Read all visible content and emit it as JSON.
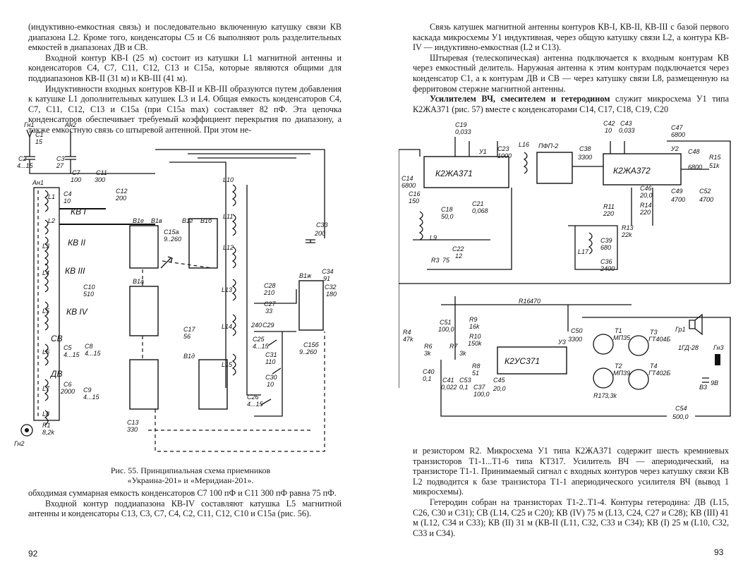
{
  "left_page": {
    "top_text": [
      "(индуктивно-емкостная связь) и последовательно включенную катушку связи КВ диапазона L2. Кроме того, конденсаторы C5 и C6 выполняют роль разделительных емкостей в диапазонах ДВ и СВ.",
      "Входной контур КВ-I (25 м) состоит из катушки L1 магнитной антенны и конденсаторов C4, C7, C11, C12, C13 и C15a, которые являются общими для поддиапазонов КВ-II (31 м) и КВ-III (41 м).",
      "Индуктивности входных контуров КВ-II и КВ-III образуются путем добавления к катушке L1 дополнительных катушек L3 и L4. Общая емкость конденсаторов C4, C7, C11, C12, C13 и C15a (при C15a max) составляет 82 пФ. Эта цепочка конденсаторов обеспечивает требуемый коэффициент перекрытия по диапазону, а также емкостную связь со штыревой антенной. При этом не-"
    ],
    "figure_caption_line1": "Рис. 55. Принципиальная схема приемников",
    "figure_caption_line2": "«Украина-201» и «Меридиан-201».",
    "bottom_text": [
      "обходимая суммарная емкость конденсаторов C7 100 пФ и C11 300 пФ равна 75 пФ.",
      "Входной контур поддиапазона КВ-IV составляют катушка L5 магнитной антенны и конденсаторы C13, C3, C7, C4, C2, C11, C12, C10 и C15a (рис. 56)."
    ],
    "page_number": "92",
    "schematic_labels": {
      "gn1": "Гн1",
      "an2": "Ан2",
      "c1": "C1",
      "c1v": "15",
      "c2": "C2",
      "c2v": "4...15",
      "c3": "C3",
      "c3v": "27",
      "c4": "C4",
      "c4v": "10",
      "c7": "C7",
      "c7v": "100",
      "c11": "C11",
      "c11v": "300",
      "c12": "C12",
      "c12v": "200",
      "an1": "Ан1",
      "l1": "L1",
      "l2": "L2",
      "l3": "L3",
      "l4": "L4",
      "l5": "L5",
      "l6": "L6",
      "l7": "L7",
      "l8": "L8",
      "kv1": "КВ I",
      "kv2": "КВ II",
      "kv3": "КВ III",
      "kv4": "КВ IV",
      "sv": "СВ",
      "dv": "ДВ",
      "c10": "C10",
      "c10v": "510",
      "c5": "C5",
      "c5v": "4...15",
      "c8": "C8",
      "c8v": "4...15",
      "c6": "C6",
      "c6v": "2000",
      "c9": "C9",
      "c9v": "4...15",
      "r1": "R1",
      "r1v": "8,2k",
      "gn2": "Гн2",
      "c13": "C13",
      "c13v": "330",
      "c17": "C17",
      "c17v": "56",
      "c15a": "C15a",
      "c15av": "9..260",
      "c33": "C33",
      "c33v": "200",
      "c34": "C34",
      "c34v": "91",
      "c32": "C32",
      "c32v": "180",
      "c15b": "C15б",
      "c15bv": "9..260",
      "c28": "C28",
      "c28v": "210",
      "c27": "C27",
      "c27v": "33",
      "c29": "C29",
      "c29v": "240",
      "c25": "C25",
      "c25v": "4...15",
      "c31": "C31",
      "c31v": "110",
      "c30": "C30",
      "c30v": "10",
      "c26": "C26",
      "c26v": "4...15",
      "l10": "L10",
      "l11": "L11",
      "l12": "L12",
      "l13": "L13",
      "l14": "L14",
      "l15": "L15",
      "b1e": "B1e",
      "b1v": "B1в",
      "b1g": "B1г",
      "b1b": "B1б",
      "b1a": "B1a",
      "b1d": "B1д",
      "b1zh": "B1ж"
    }
  },
  "right_page": {
    "top_text": [
      "Связь катушек магнитной антенны контуров КВ-I, КВ-II, КВ-III с базой первого каскада микросхемы У1 индуктивная, через общую катушку связи L2, а контура КВ-IV — индуктивно-емкостная (L2 и C13).",
      "Штыревая (телескопическая) антенна подключается к входным контурам КВ через емкостный делитель. Наружная антенна к этим контурам подключается через конденсатор C1, а к контурам ДВ и СВ — через катушку связи L8, размещенную на ферритовом стержне магнитной антенны."
    ],
    "top_text_bold_lead": "Усилителем ВЧ, смесителем и гетеродином",
    "top_text_bold_rest": " служит микросхема У1 типа К2ЖА371 (рис. 57) вместе с конденсаторами C14, C17, C18, C19, C20",
    "bottom_text": [
      "и резистором R2. Микросхема У1 типа К2ЖА371 содержит шесть кремниевых транзисторов T1-1...T1-6 типа КТ317. Усилитель ВЧ — апериодический, на транзисторе T1-1. Принимаемый сигнал с входных контуров через катушку связи КВ L2 подводится к базе транзистора T1-1 апериодического усилителя ВЧ (вывод 1 микросхемы).",
      "Гетеродин собран на транзисторах T1-2..T1-4. Контуры гетеродина: ДВ (L15, C26, C30 и C31); СВ (L14, C25 и C20); КВ (IV) 75 м (L13, C24, C27 и C28); КВ (III) 41 м (L12, C34 и C33); КВ (II) 31 м (КВ-II (L11, C32, C33 и C34); КВ (I) 25 м (L10, C32, C33 и C34)."
    ],
    "page_number": "93",
    "schematic_labels": {
      "u1": "У1",
      "u1_type": "К2ЖА371",
      "u2": "У2",
      "u2_type": "К2ЖА372",
      "u3": "У3",
      "u3_type": "К2УС371",
      "pfp": "ПФП-2",
      "c19": "C19",
      "c19v": "0,033",
      "c14": "C14",
      "c14v": "6800",
      "c23": "C23",
      "c23v": "1000",
      "l16": "L16",
      "c38": "C38",
      "c38v": "3300",
      "c42": "C42",
      "c42v": "10",
      "c43": "C43",
      "c43v": "0,033",
      "c47": "C47",
      "c47v": "6800",
      "c48": "C48",
      "c48v": "6800",
      "r15": "R15",
      "r15v": "51k",
      "c46": "C46",
      "c46v": "20,0",
      "c49": "C49",
      "c49v": "4700",
      "c52": "C52",
      "c52v": "4700",
      "r14": "R14",
      "r14v": "220",
      "r11": "R11",
      "r11v": "220",
      "r13": "R13",
      "r13v": "22k",
      "c39": "C39",
      "c39v": "680",
      "l17": "L17",
      "c36": "C36",
      "c36v": "2400",
      "c16": "C16",
      "c16v": "150",
      "c18": "C18",
      "c18v": "50,0",
      "c21": "C21",
      "c21v": "0,068",
      "l9": "L9",
      "c22": "C22",
      "c22v": "12",
      "r3": "R3",
      "r3v": "75",
      "r16": "R16",
      "r16v": "470",
      "c51": "C51",
      "c51v": "100,0",
      "r9": "R9",
      "r9v": "16k",
      "r10": "R10",
      "r10v": "150k",
      "r4": "R4",
      "r4v": "47k",
      "r6": "R6",
      "r6v": "3k",
      "r7": "R7",
      "r7v": "3k",
      "r8": "R8",
      "r8v": "51",
      "c40": "C40",
      "c40v": "0,1",
      "c41": "C41",
      "c41v": "0,022",
      "c53": "C53",
      "c53v": "0,1",
      "c37": "C37",
      "c37v": "100,0",
      "c45": "C45",
      "c45v": "20,0",
      "c50": "C50",
      "c50v": "3300",
      "t1": "T1",
      "t1_type": "МП35",
      "t2": "T2",
      "t2_type": "МП39",
      "t3": "T3",
      "t3_type": "ГТ404Б",
      "t4": "T4",
      "t4_type": "ГТ402Б",
      "r17": "R17",
      "r17v": "3,3k",
      "gr1": "Гр1",
      "spk": "1ГД-28",
      "gn3": "Гн3",
      "c54": "C54",
      "c54v": "500,0",
      "b3": "В3",
      "v_plus": "9В"
    }
  }
}
